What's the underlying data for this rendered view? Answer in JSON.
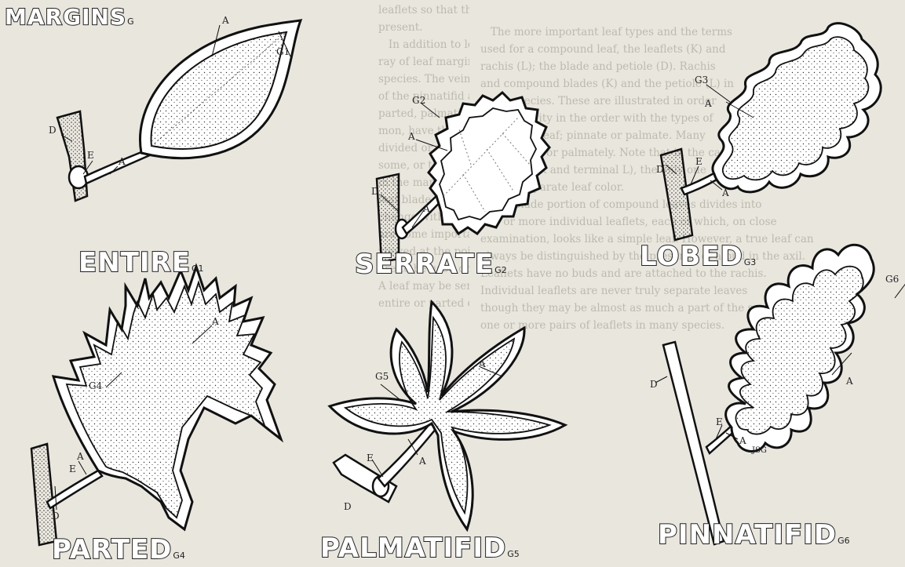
{
  "heading": {
    "text": "MARGINS",
    "sub": "G"
  },
  "panels": {
    "entire": {
      "title": "ENTIRE",
      "sub": "G1",
      "labels": {
        "a_blade": "A",
        "a_petiole": "A",
        "d": "D",
        "e": "E",
        "g": "G1"
      }
    },
    "serrate": {
      "title": "SERRATE",
      "sub": "G2",
      "labels": {
        "a_blade": "A",
        "a_petiole": "A",
        "d": "D",
        "g": "G2"
      }
    },
    "lobed": {
      "title": "LOBED",
      "sub": "G3",
      "labels": {
        "a_blade": "A",
        "a_petiole": "A",
        "d": "D",
        "e": "E",
        "g": "G3"
      }
    },
    "parted": {
      "title": "PARTED",
      "sub": "G4",
      "labels": {
        "a_blade": "A",
        "a_petiole": "A",
        "d": "D",
        "e": "E",
        "g": "G4"
      }
    },
    "palmatifid": {
      "title": "PALMATIFID",
      "sub": "G5",
      "labels": {
        "a_blade": "A",
        "a_petiole": "A",
        "d": "D",
        "e": "E",
        "g": "G5"
      }
    },
    "pinnatifid": {
      "title": "PINNATIFID",
      "sub": "G6",
      "labels": {
        "a_blade": "A",
        "a_petiole": "A",
        "d": "D",
        "e": "E",
        "g": "G6",
        "signature": "JSG"
      }
    }
  },
  "background_text": {
    "top_left": "leaflets so that the leaf has an even number of\npresent.\n   In addition to leaf margins, the structurally ar-\nray of leaf margins may be used to distinguish one\nspecies. The vein patterns of a leaf or the shape\nof the pinnatifid area of the blade or petiole. Few\nparted, palmatifid, or pinnatifid leaves, which are com-\nmon, have these margins. The blade may be partly\ndivided or pinnately lobed and deeply divided in\nsome, or the fine teeth and lobes are also found\nin the margins of these. Some species vary with\nleaf blade, margins, and shape that may\nchange with age, environmental changes, etc., which\nare some important characteristics. These may be re-\nviewed at the point of the petiole and the margins\nare to be used only in combination with other features.\nA leaf may be serrate, lobed, or parted; another is\nentire or parted or palmatifid in form, and some of",
    "top_right": "   The more important leaf types and the terms\nused for a compound leaf, the leaflets (K) and\nrachis (L); the blade and petiole (D). Rachis\nand compound blades (K) and the petiole (L) in\nsome species. These are illustrated in order\nof complexity in the order with the types of\ncompound leaf; pinnate or palmate. Many\npalmate (J), or palmately. Note that in the case of\nbipinnate (K and terminal L), the only one\ngives a separate leaf color.\n   The blade portion of compound leaves divides into\ntwo or more individual leaflets, each of which, on close\nexamination, looks like a simple leaf. However, a true leaf can\nalways be distinguished by the presence of a bud in the axil.\nLeaflets have no buds and are attached to the rachis.\nIndividual leaflets are never truly separate leaves\nthough they may be almost as much a part of the same\none or more pairs of leaflets in many species."
  }
}
